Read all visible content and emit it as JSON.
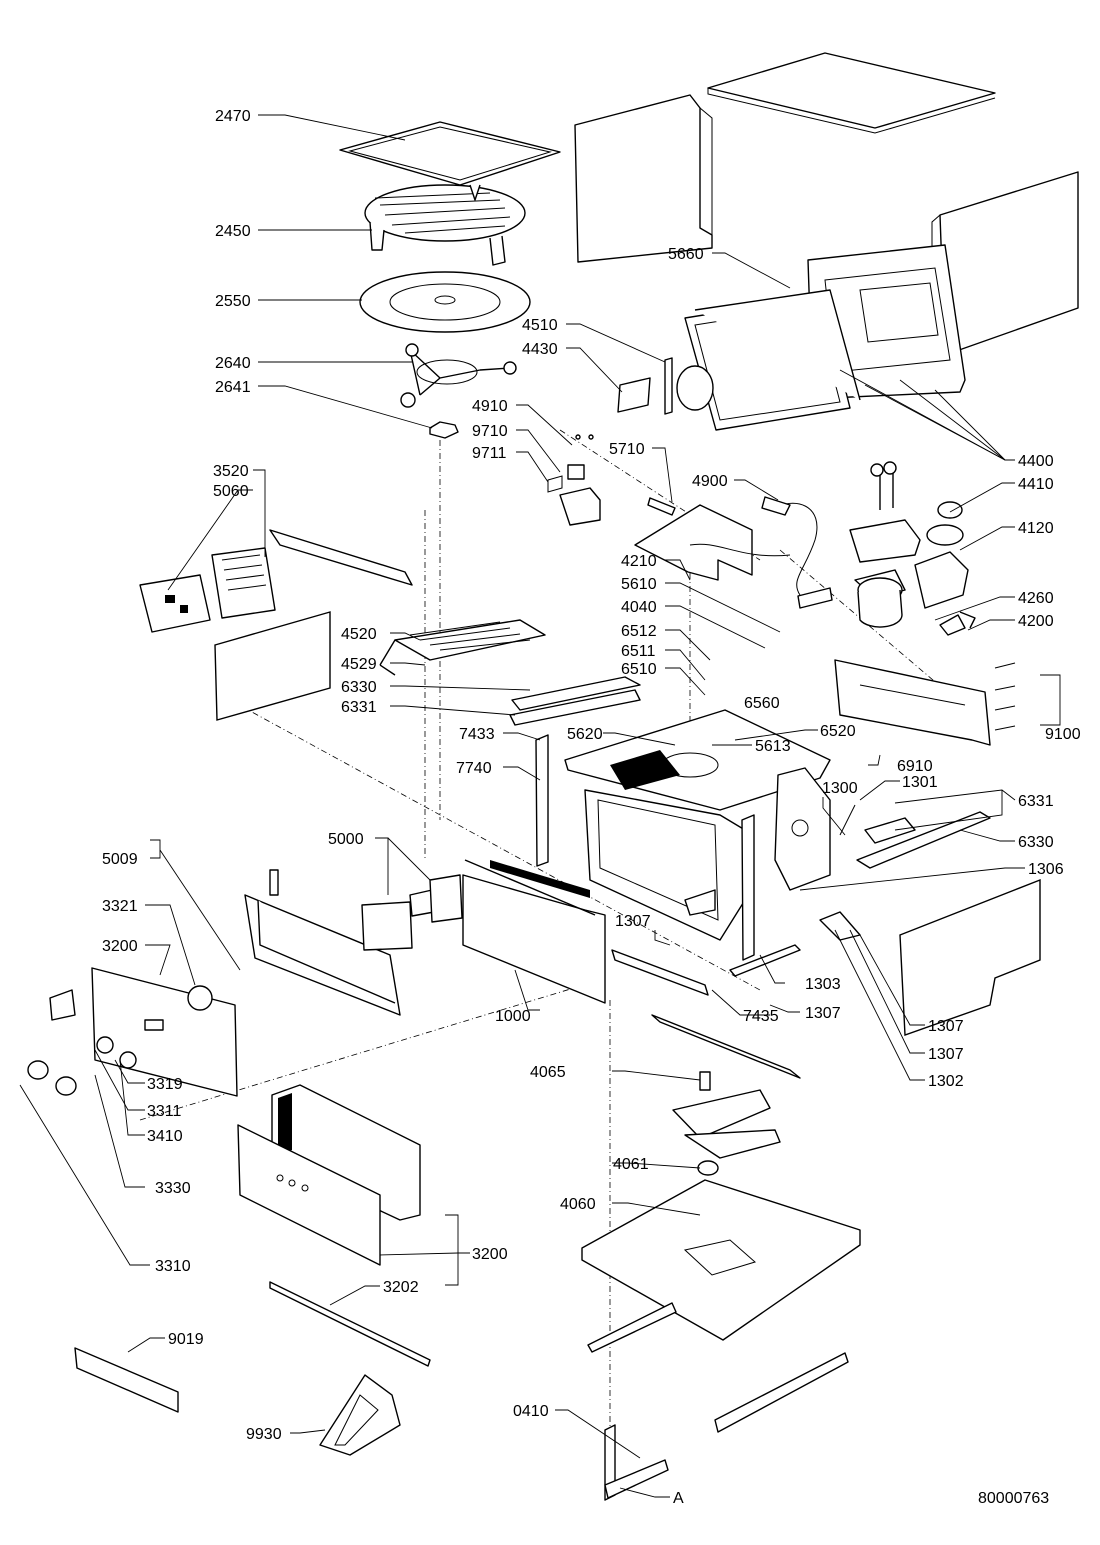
{
  "drawing": {
    "number": "80000763",
    "view_marker": "A"
  },
  "callouts": [
    "2470",
    "2450",
    "2550",
    "2640",
    "2641",
    "5660",
    "4510",
    "4430",
    "4910",
    "9710",
    "9711",
    "5710",
    "4900",
    "4400",
    "4410",
    "4120",
    "3520",
    "5060",
    "4210",
    "5610",
    "4040",
    "4260",
    "4200",
    "6512",
    "6511",
    "6510",
    "4520",
    "4529",
    "6330",
    "6331",
    "6560",
    "9100",
    "6520",
    "7433",
    "5620",
    "5613",
    "6910",
    "7740",
    "1300",
    "1301",
    "6331",
    "5000",
    "6330",
    "5009",
    "1306",
    "3321",
    "3200",
    "1307",
    "1303",
    "7435",
    "1000",
    "1307",
    "1307",
    "1307",
    "4065",
    "1302",
    "3319",
    "3311",
    "3410",
    "4061",
    "3330",
    "4060",
    "3200",
    "3310",
    "3202",
    "9019",
    "9930",
    "0410"
  ]
}
